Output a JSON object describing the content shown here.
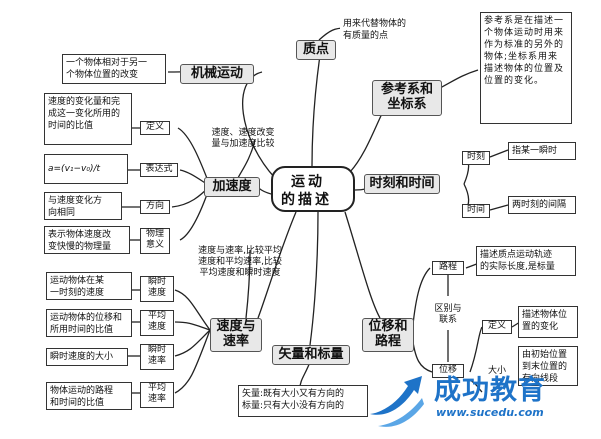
{
  "center": {
    "line1": "运动",
    "line2": "的描述"
  },
  "topics": {
    "mass_point": "质点",
    "mechanical_motion": "机械运动",
    "reference_frame": "参考系和\n坐标系",
    "time": "时刻和时间",
    "acceleration": "加速度",
    "velocity_rate": "速度与\n速率",
    "vector_scalar": "矢量和标量",
    "displacement_path": "位移和\n路程"
  },
  "notes": {
    "mass_point_def": "用来代替物体的\n有质量的点",
    "mechanical_motion_def": "一个物体相对于另一\n个物体位置的改变",
    "reference_def": "参考系是在描述一个物体运动时用来作为标准的另外的物体;坐标系用来描述物体的位置及位置的变化。",
    "accel_velocity_compare": "速度、速度改变\n量与加速度比较",
    "speed_rate_compare": "速度与速率,比较平均\n速度和平均速率,比较\n平均速度和瞬时速度"
  },
  "acceleration": {
    "definition_text": "速度的变化量和完成这一变化所用的时间的比值",
    "definition_label": "定义",
    "formula_text": "a=(v₁−v₀)/t",
    "formula_label": "表达式",
    "direction_text": "与速度变化方\n向相同",
    "direction_label": "方向",
    "meaning_text": "表示物体速度改\n变快慢的物理量",
    "meaning_label": "物理\n意义"
  },
  "time": {
    "moment_label": "时刻",
    "moment_text": "指某一瞬时",
    "interval_label": "时间",
    "interval_text": "两时刻的间隔"
  },
  "velocity": {
    "inst_velocity_text": "运动物体在某\n一时刻的速度",
    "inst_velocity_label": "瞬时\n速度",
    "avg_velocity_text": "运动物体的位移和\n所用时间的比值",
    "avg_velocity_label": "平均\n速度",
    "inst_rate_text": "瞬时速度的大小",
    "inst_rate_label": "瞬时\n速率",
    "avg_rate_text": "物体运动的路程\n和时间的比值",
    "avg_rate_label": "平均\n速率"
  },
  "vector_scalar": {
    "text": "矢量:既有大小又有方向的\n标量:只有大小没有方向的"
  },
  "displacement": {
    "path_label": "路程",
    "path_text": "描述质点运动轨迹\n的实际长度,是标量",
    "relation_label": "区别与\n联系",
    "disp_label": "位移",
    "def_label": "定义",
    "def_text": "描述物体位\n置的变化",
    "magnitude_label": "大小",
    "magnitude_text": "由初始位置\n到末位置的\n有向线段"
  },
  "watermark": {
    "title": "成功教育",
    "url": "www.sucedu.com"
  },
  "colors": {
    "node_bg": "#e8e8e8",
    "watermark": "#1e73c8"
  }
}
